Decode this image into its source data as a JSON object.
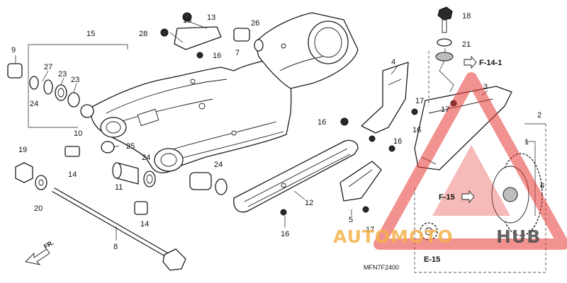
{
  "diagram_code": "MFN7F2400",
  "front_indicator": "FR.",
  "watermark": {
    "part1": "AUTOMOTO",
    "part2": "HUB",
    "color_primary": "#f2b24a",
    "color_secondary": "#4a4a4a",
    "triangle_color": "#e53935"
  },
  "refs": {
    "f14_1": "F-14-1",
    "f15": "F-15",
    "e15": "E-15"
  },
  "callouts": {
    "c1": "1",
    "c2": "2",
    "c3": "3",
    "c4": "4",
    "c5": "5",
    "c6": "6",
    "c7": "7",
    "c8": "8",
    "c9": "9",
    "c10": "10",
    "c11": "11",
    "c12": "12",
    "c13": "13",
    "c14a": "14",
    "c14b": "14",
    "c15": "15",
    "c16a": "16",
    "c16b": "16",
    "c16c": "16",
    "c16d": "16",
    "c16e": "16",
    "c16f": "16",
    "c17a": "17",
    "c17b": "17",
    "c17c": "17",
    "c18": "18",
    "c19": "19",
    "c20": "20",
    "c21": "21",
    "c23a": "23",
    "c23b": "23",
    "c24a": "24",
    "c24b": "24",
    "c24c": "24",
    "c25": "25",
    "c26": "26",
    "c27": "27",
    "c28": "28"
  }
}
